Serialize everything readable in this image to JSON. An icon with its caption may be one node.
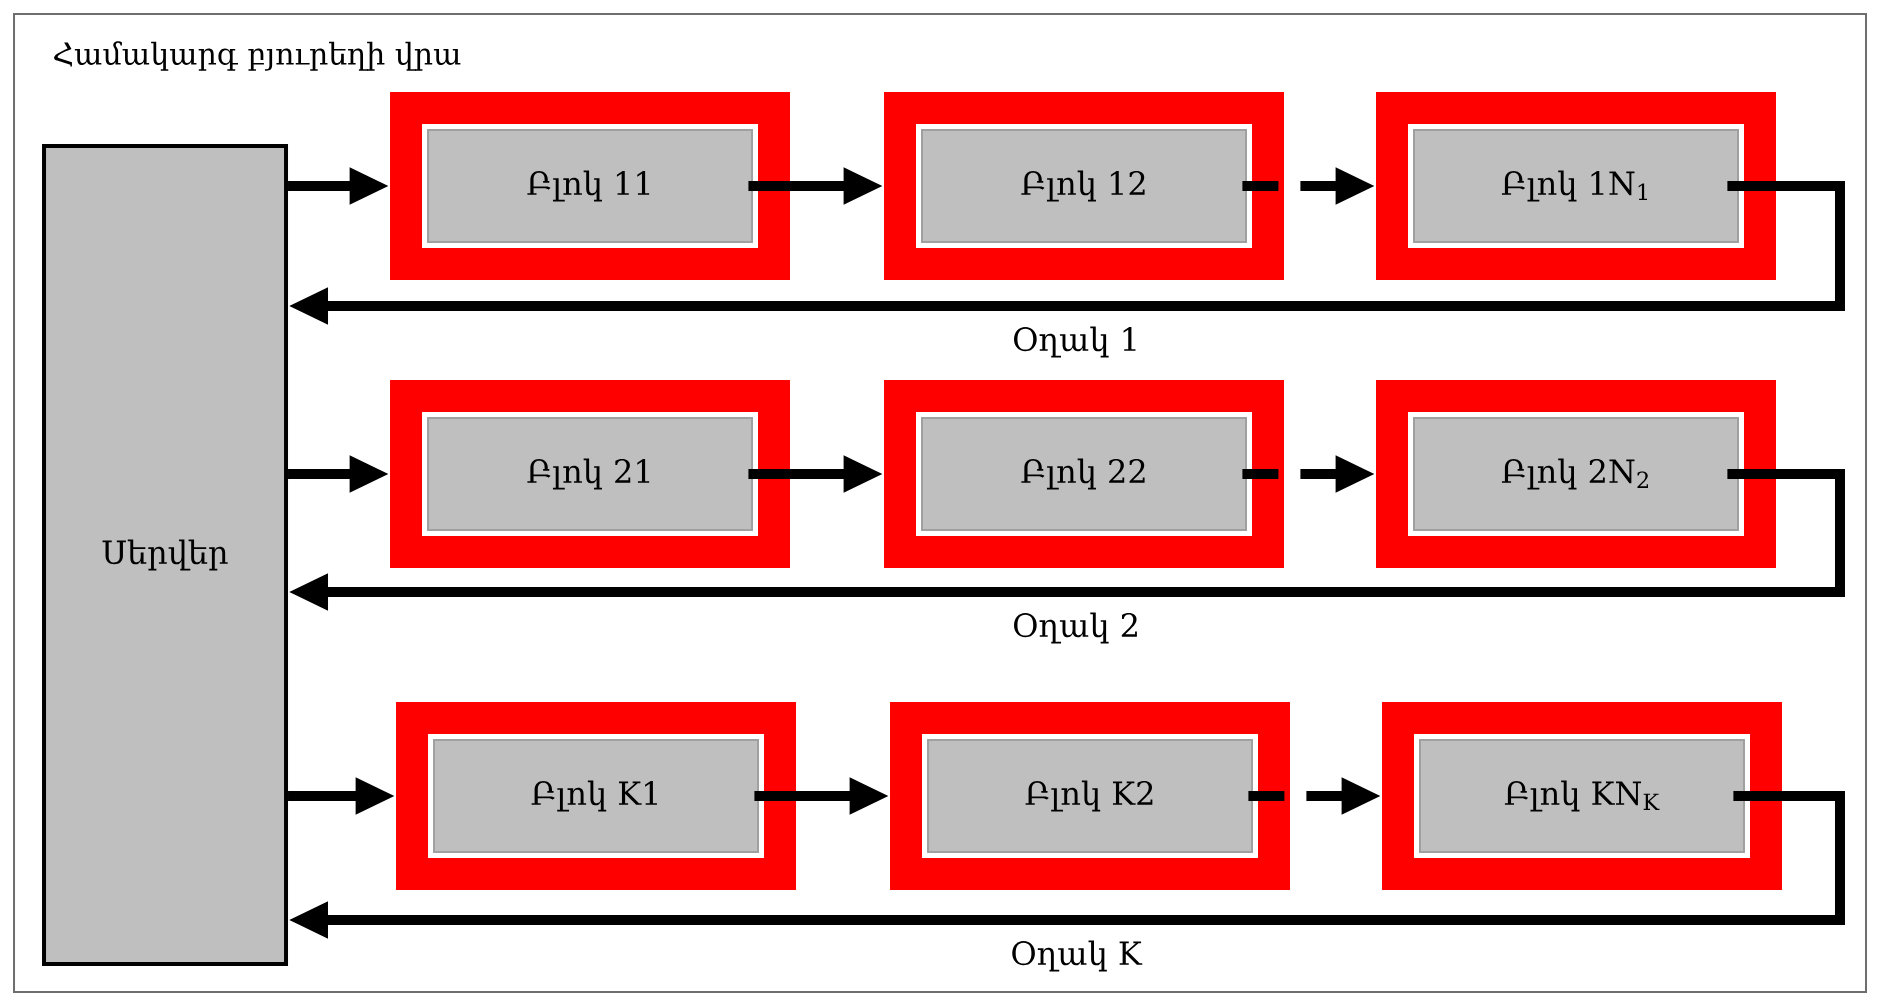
{
  "diagram": {
    "title": "Համակարգ բյուրեղի վրա",
    "nodes": [
      {
        "text": [
          "Սերվեր"
        ]
      },
      {
        "text": [
          "Բլոկ 11"
        ]
      },
      {
        "text": [
          "Բլոկ 12"
        ]
      },
      {
        "text": [
          "Բլոկ 1N$_{1}$"
        ]
      },
      {
        "text": [
          "Բլոկ 21"
        ]
      },
      {
        "text": [
          "Բլոկ 22"
        ]
      },
      {
        "text": [
          "Բլոկ 2N$_{2}$"
        ]
      },
      {
        "text": [
          "Բլոկ K1"
        ]
      },
      {
        "text": [
          "Բլոկ K2"
        ]
      },
      {
        "text": [
          "Բլոկ KN$_{K}$"
        ]
      }
    ],
    "edges": [
      {
        "from": 0,
        "to": 1,
        "arrow": "to"
      },
      {
        "from": 1,
        "to": 2,
        "arrow": "to"
      },
      {
        "from": 2,
        "to": 3,
        "arrow": "to",
        "style": "dashed"
      },
      {
        "from": 3,
        "to": 0,
        "arrow": "to",
        "label": "Օղակ 1"
      },
      {
        "from": 0,
        "to": 4,
        "arrow": "to"
      },
      {
        "from": 4,
        "to": 5,
        "arrow": "to"
      },
      {
        "from": 5,
        "to": 6,
        "arrow": "to",
        "style": "dashed"
      },
      {
        "from": 6,
        "to": 0,
        "arrow": "to",
        "label": "Օղակ 2"
      },
      {
        "from": 0,
        "to": 7,
        "arrow": "to"
      },
      {
        "from": 7,
        "to": 8,
        "arrow": "to"
      },
      {
        "from": 8,
        "to": 9,
        "arrow": "to",
        "style": "dashed"
      },
      {
        "from": 9,
        "to": 0,
        "arrow": "to",
        "label": "Օղակ K"
      }
    ]
  }
}
